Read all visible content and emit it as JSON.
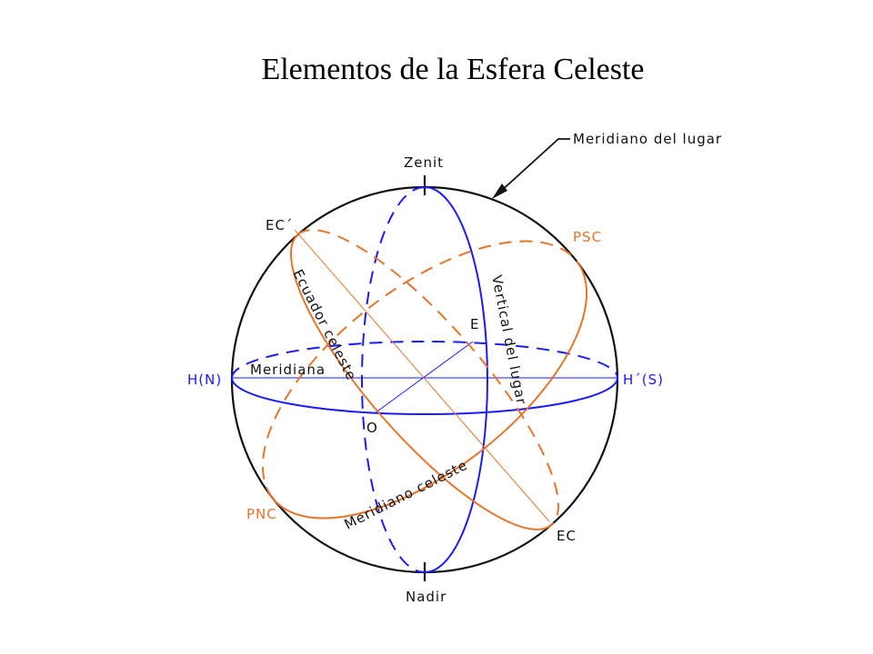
{
  "title": "Elementos de la Esfera Celeste",
  "colors": {
    "black": "#111111",
    "blue": "#1a1aff",
    "orange": "#e8742a"
  },
  "labels": {
    "meridiano_lugar": "Meridiano del lugar",
    "zenit": "Zenit",
    "nadir": "Nadir",
    "ec_prime": "EC´",
    "ec": "EC",
    "psc": "PSC",
    "pnc": "PNC",
    "hn": "H(N)",
    "hs": "H´(S)",
    "meridiana": "Meridiana",
    "ecuador_celeste": "Ecuador celeste",
    "vertical_lugar": "Vertical del lugar",
    "meridiano_celeste": "Meridiano celeste",
    "e": "E",
    "o": "O"
  }
}
